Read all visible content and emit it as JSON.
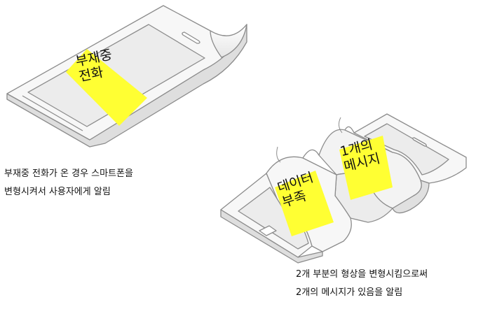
{
  "left_device": {
    "note_lines": [
      "부재중",
      "전화"
    ],
    "caption_lines": [
      "부재중 전화가 온 경우 스마트폰을",
      "변형시켜서 사용자에게 알림"
    ]
  },
  "right_device": {
    "note_two_lines": [
      "1개의",
      "메시지"
    ],
    "note_data_lines": [
      "데이터",
      "부족"
    ],
    "caption_lines": [
      "2개 부분의 형상을 변형시킴으로써",
      "2개의 메시지가 있음을 알림"
    ]
  },
  "colors": {
    "note_fill": "#ffff33",
    "outline": "#8c8c8c",
    "device_fill": "#f7f7f7",
    "screen_fill": "#ececec"
  }
}
